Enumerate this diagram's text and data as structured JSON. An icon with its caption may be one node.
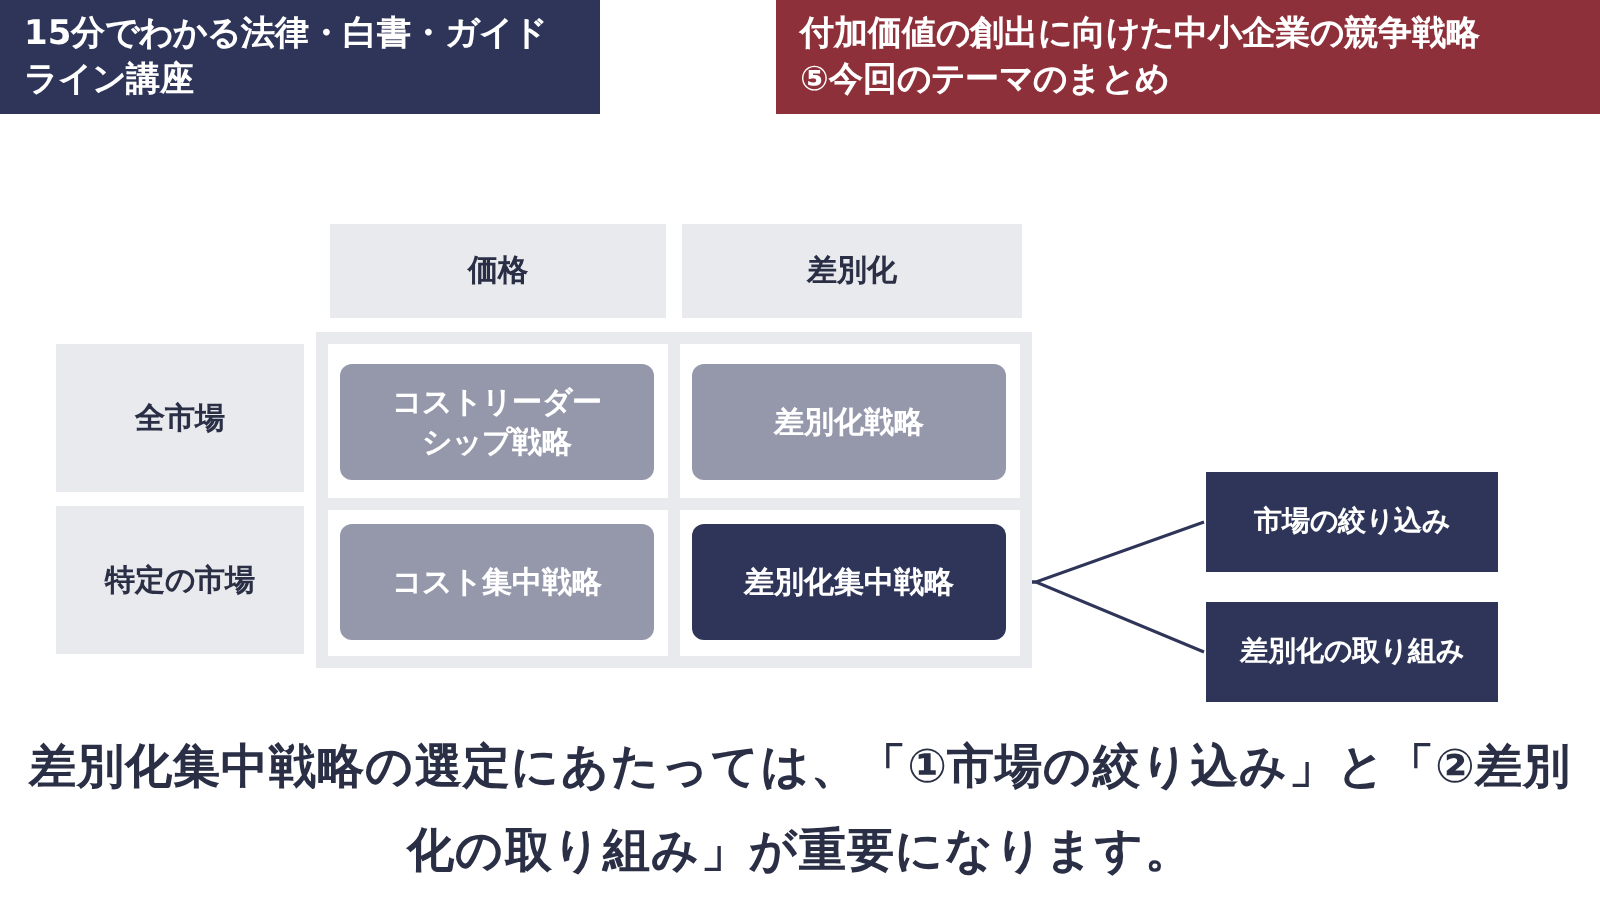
{
  "diagram": {
    "nodes": [
      {
        "text": [
          "15分でわかる法律・白書・ガイドライン講座"
        ]
      },
      {
        "text": [
          "付加価値の創出に向けた中小企業の競争戦略",
          "⑤今回のテーマのまとめ"
        ]
      },
      {
        "text": [
          "価格"
        ]
      },
      {
        "text": [
          "差別化"
        ]
      },
      {
        "text": [
          "全市場"
        ]
      },
      {
        "text": [],
        "shape": "box"
      },
      {
        "text": [
          "コストリーダーシップ戦略"
        ],
        "in": 5
      },
      {
        "text": [
          "差別化戦略"
        ],
        "in": 5
      },
      {
        "text": [
          "特定の市場"
        ]
      },
      {
        "text": [
          "コスト集中戦略"
        ],
        "in": 5
      },
      {
        "text": [
          "差別化集中戦略"
        ],
        "in": 5
      },
      {
        "text": [
          "市場の絞り込み"
        ]
      },
      {
        "text": [
          "差別化の取り組み"
        ]
      }
    ],
    "edges": [
      {
        "from": 10,
        "to": 11,
        "arrow": "none"
      },
      {
        "from": 10,
        "to": 12,
        "arrow": "none"
      }
    ],
    "labels": [
      "差別化集中戦略の選定にあたっては、「①市場の絞り込み」と「②差別化の取り組み」が重要になります。"
    ]
  }
}
